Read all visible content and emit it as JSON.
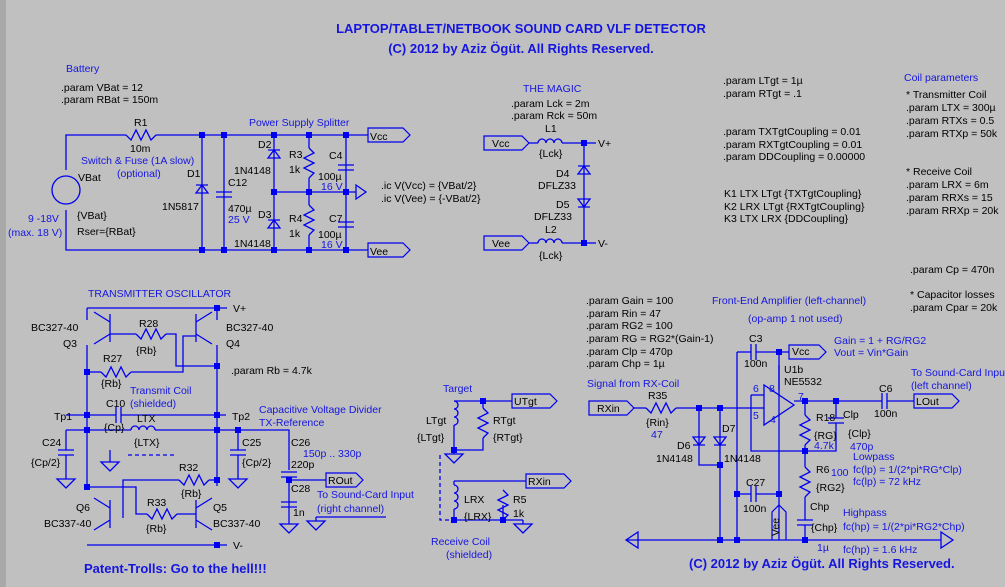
{
  "title": "LAPTOP/TABLET/NETBOOK SOUND CARD VLF DETECTOR",
  "copyright_top": "(C) 2012 by Aziz Ögüt. All Rights Reserved.",
  "copyright_bottom": "(C) 2012 by Aziz Ögüt. All Rights Reserved.",
  "patent_trolls": "Patent-Trolls: Go to the hell!!!",
  "wire_color": "#0000f0",
  "background_color": "#c0c0c0",
  "battery": {
    "heading": "Battery",
    "p1": ".param VBat = 12",
    "p2": ".param RBat = 150m",
    "r1": "R1",
    "r1_val": "10m",
    "switch": "Switch & Fuse (1A slow)",
    "optional": "(optional)",
    "vbat": "VBat",
    "vbat_val": "{VBat}",
    "rser": "Rser={RBat}",
    "range": "9 -18V",
    "max": "(max. 18 V)",
    "d1": "D1",
    "d1_val": "1N5817",
    "c12": "C12",
    "c12_val": "470µ",
    "c12_v": "25 V"
  },
  "splitter": {
    "heading": "Power Supply Splitter",
    "d2": "D2",
    "d2_val": "1N4148",
    "d3": "D3",
    "d3_val": "1N4148",
    "r3": "R3",
    "r3_val": "1k",
    "r4": "R4",
    "r4_val": "1k",
    "c4": "C4",
    "c4_val": "100µ",
    "c4_v": "16 V",
    "c7": "C7",
    "c7_val": "100µ",
    "c7_v": "16 V",
    "vcc": "Vcc",
    "vee": "Vee",
    "ic1": ".ic V(Vcc) = {VBat/2}",
    "ic2": ".ic V(Vee) = {-VBat/2}"
  },
  "magic": {
    "heading": "THE MAGIC",
    "p1": ".param Lck = 2m",
    "p2": ".param Rck = 50m",
    "vcc": "Vcc",
    "vee": "Vee",
    "l1": "L1",
    "l1_val": "{Lck}",
    "l2": "L2",
    "l2_val": "{Lck}",
    "vplus": "V+",
    "vminus": "V-",
    "d4": "D4",
    "d4_val": "DFLZ33",
    "d5": "D5",
    "d5_val": "DFLZ33"
  },
  "target_params": [
    ".param LTgt = 1µ",
    ".param RTgt = .1",
    ".param TXTgtCoupling = 0.01",
    ".param RXTgtCoupling = 0.01",
    ".param DDCoupling = 0.00000",
    "K1 LTX LTgt {TXTgtCoupling}",
    "K2 LRX LTgt {RXTgtCoupling}",
    "K3 LTX LRX {DDCoupling}"
  ],
  "coil": {
    "heading": "Coil parameters",
    "lines": [
      "* Transmitter Coil",
      ".param LTX = 300µ",
      ".param RTXs = 0.5",
      ".param RTXp = 50k",
      "* Receive Coil",
      ".param LRX = 6m",
      ".param RRXs = 15",
      ".param RRXp = 20k"
    ],
    "cp": ".param Cp = 470n",
    "losses": "* Capacitor losses",
    "cpar": ".param Cpar = 20k"
  },
  "tx": {
    "heading": "TRANSMITTER OSCILLATOR",
    "q3_type": "BC327-40",
    "q3": "Q3",
    "q4_type": "BC327-40",
    "q4": "Q4",
    "r28": "R28",
    "r28_val": "{Rb}",
    "r27": "R27",
    "r27_val": "{Rb}",
    "rb": ".param Rb = 4.7k",
    "coil": "Transmit Coil",
    "shielded": "(shielded)",
    "c10": "C10",
    "c10_val": "{Cp}",
    "tp1": "Tp1",
    "tp2": "Tp2",
    "ltx": "LTX",
    "ltx_val": "{LTX}",
    "c24": "C24",
    "c24_val": "{Cp/2}",
    "c25": "C25",
    "c25_val": "{Cp/2}",
    "divider": "Capacitive Voltage Divider",
    "txref": "TX-Reference",
    "c26": "C26",
    "c26_range": "150p .. 330p",
    "c26_val": "220p",
    "rout": "ROut",
    "c28": "C28",
    "c28_val": "1n",
    "to_sc": "To Sound-Card Input",
    "right_ch": "(right channel)",
    "r32": "R32",
    "r32_val": "{Rb}",
    "r33": "R33",
    "r33_val": "{Rb}",
    "q6": "Q6",
    "q6_type": "BC337-40",
    "q5": "Q5",
    "q5_type": "BC337-40",
    "vplus": "V+",
    "vminus": "V-"
  },
  "target": {
    "heading": "Target",
    "utgt": "UTgt",
    "ltgt": "LTgt",
    "ltgt_val": "{LTgt}",
    "rtgt": "RTgt",
    "rtgt_val": "{RTgt}",
    "rxin": "RXin",
    "lrx": "LRX",
    "lrx_val": "{LRX}",
    "r5": "R5",
    "r5_val": "1k",
    "rx_coil": "Receive Coil",
    "rx_shielded": "(shielded)"
  },
  "amp": {
    "params": [
      ".param Gain = 100",
      ".param Rin = 47",
      ".param RG2 = 100",
      ".param RG = RG2*(Gain-1)",
      ".param Clp = 470p",
      ".param Chp = 1µ"
    ],
    "heading": "Front-End Amplifier (left-channel)",
    "note": "(op-amp 1 not used)",
    "c3": "C3",
    "c3_val": "100n",
    "vcc": "Vcc",
    "gain": "Gain = 1 + RG/RG2",
    "vout": "Vout = Vin*Gain",
    "u1b": "U1b",
    "ne": "NE5532",
    "to_sc": "To Sound-Card Input",
    "left_ch": "(left channel)",
    "c6": "C6",
    "c6_val": "100n",
    "lout": "LOut",
    "signal": "Signal from RX-Coil",
    "rxin": "RXin",
    "r35": "R35",
    "r35_val": "{Rin}",
    "r35_num": "47",
    "pin6": "6",
    "pin8": "8",
    "pin5": "5",
    "pin4": "4",
    "pin7": "7",
    "r18": "R18",
    "r18_val": "{RG}",
    "r18_num": "4.7k",
    "clp": "Clp",
    "clp_val": "{Clp}",
    "clp_num": "470p",
    "d6": "D6",
    "d7": "D7",
    "d6_val": "1N4148",
    "d7_val": "1N4148",
    "lowpass": "Lowpass",
    "lp1": "fc(lp) = 1/(2*pi*RG*Clp)",
    "lp2": "fc(lp) = 72 kHz",
    "r6": "R6",
    "r6_num": "100",
    "r6_val": "{RG2}",
    "c27": "C27",
    "c27_val": "100n",
    "vee": "Vee",
    "chp": "Chp",
    "chp_val": "{Chp}",
    "chp_num": "1µ",
    "highpass": "Highpass",
    "hp1": "fc(hp) = 1/(2*pi*RG2*Chp)",
    "hp2": "fc(hp) = 1.6 kHz"
  }
}
